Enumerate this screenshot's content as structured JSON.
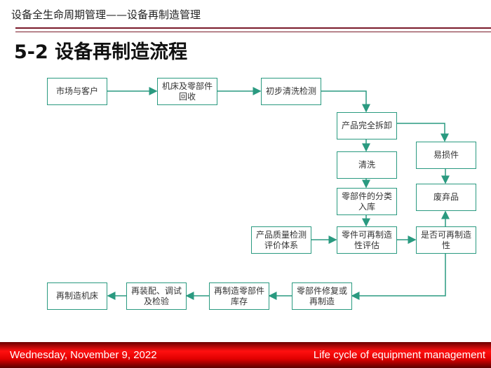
{
  "header": {
    "subtitle": "设备全生命周期管理——设备再制造管理",
    "title": "5-2 设备再制造流程"
  },
  "nodes": {
    "market": "市场与客户",
    "recycle": "机床及零部件回收",
    "precheck": "初步清洗检测",
    "disassemble": "产品完全拆卸",
    "clean": "清洗",
    "classify": "零部件的分类入库",
    "evaluate": "零件可再制造性评估",
    "quality": "产品质量检测评价体系",
    "wear": "易损件",
    "scrap": "废弃品",
    "decide": "是否可再制造性",
    "repair": "零部件修复或再制造",
    "stock": "再制造零部件库存",
    "assemble": "再装配、调试及检验",
    "machine": "再制造机床"
  },
  "footer": {
    "date": "Wednesday, November 9, 2022",
    "course": "Life cycle of equipment  management"
  }
}
